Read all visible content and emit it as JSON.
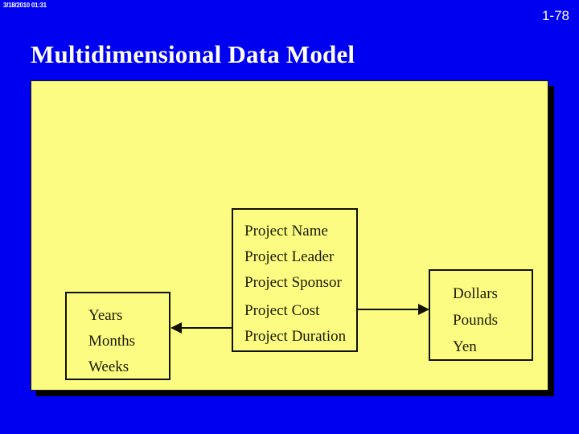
{
  "slide": {
    "timestamp": "3/18/2010 01:31",
    "page_number": "1-78",
    "title": "Multidimensional Data Model",
    "background_color": "#0000f0",
    "panel_color": "#fcfc83",
    "text_color": "#ffffff",
    "diagram_ink_color": "#111100"
  },
  "diagram": {
    "boxes": [
      {
        "id": "time-dimension",
        "name": "time-dimension-box",
        "items": [
          "Years",
          "Months",
          "Weeks"
        ]
      },
      {
        "id": "project-fact",
        "name": "project-fact-box",
        "items": [
          "Project Name",
          "Project Leader",
          "Project Sponsor",
          "Project Cost",
          "Project Duration"
        ]
      },
      {
        "id": "currency-dimension",
        "name": "currency-dimension-box",
        "items": [
          "Dollars",
          "Pounds",
          "Yen"
        ]
      }
    ],
    "connectors": [
      {
        "id": "duration-to-time",
        "direction": "left",
        "from": "project-fact",
        "to": "time-dimension"
      },
      {
        "id": "cost-to-currency",
        "direction": "right",
        "from": "project-fact",
        "to": "currency-dimension"
      }
    ]
  }
}
